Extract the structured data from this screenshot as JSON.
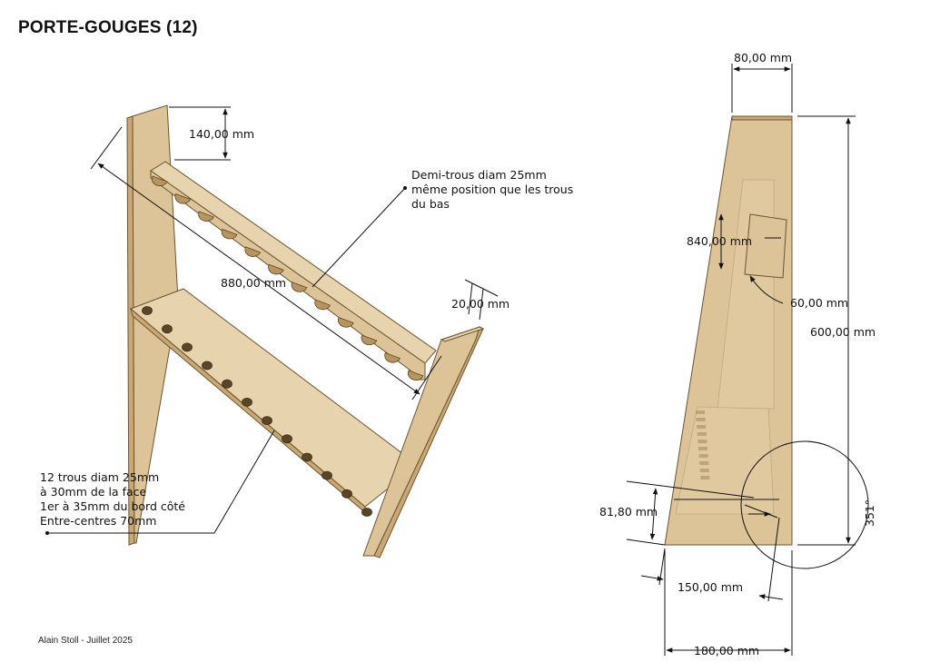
{
  "title": "PORTE-GOUGES (12)",
  "footer": "Alain Stoll - Juillet 2025",
  "iso_view": {
    "dim_height_top": "140,00 mm",
    "dim_length": "880,00 mm",
    "dim_thickness": "20,00 mm",
    "note_half_holes": [
      "Demi-trous diam 25mm",
      "même position que les trous",
      "du bas"
    ],
    "note_holes": [
      "12 trous diam 25mm",
      "à 30mm de la face",
      "1er à 35mm du bord côté",
      "Entre-centres 70mm"
    ]
  },
  "side_view": {
    "dim_top_width": "80,00 mm",
    "dim_840": "840,00 mm",
    "dim_60": "60,00 mm",
    "dim_height": "600,00 mm",
    "dim_81": "81,80 mm",
    "dim_150": "150,00 mm",
    "dim_bottom_width": "180,00 mm",
    "dim_angle": "351°"
  },
  "colors": {
    "wood": "#dcc398",
    "wood_edge": "#6b5430",
    "hole": "#5a4526"
  }
}
